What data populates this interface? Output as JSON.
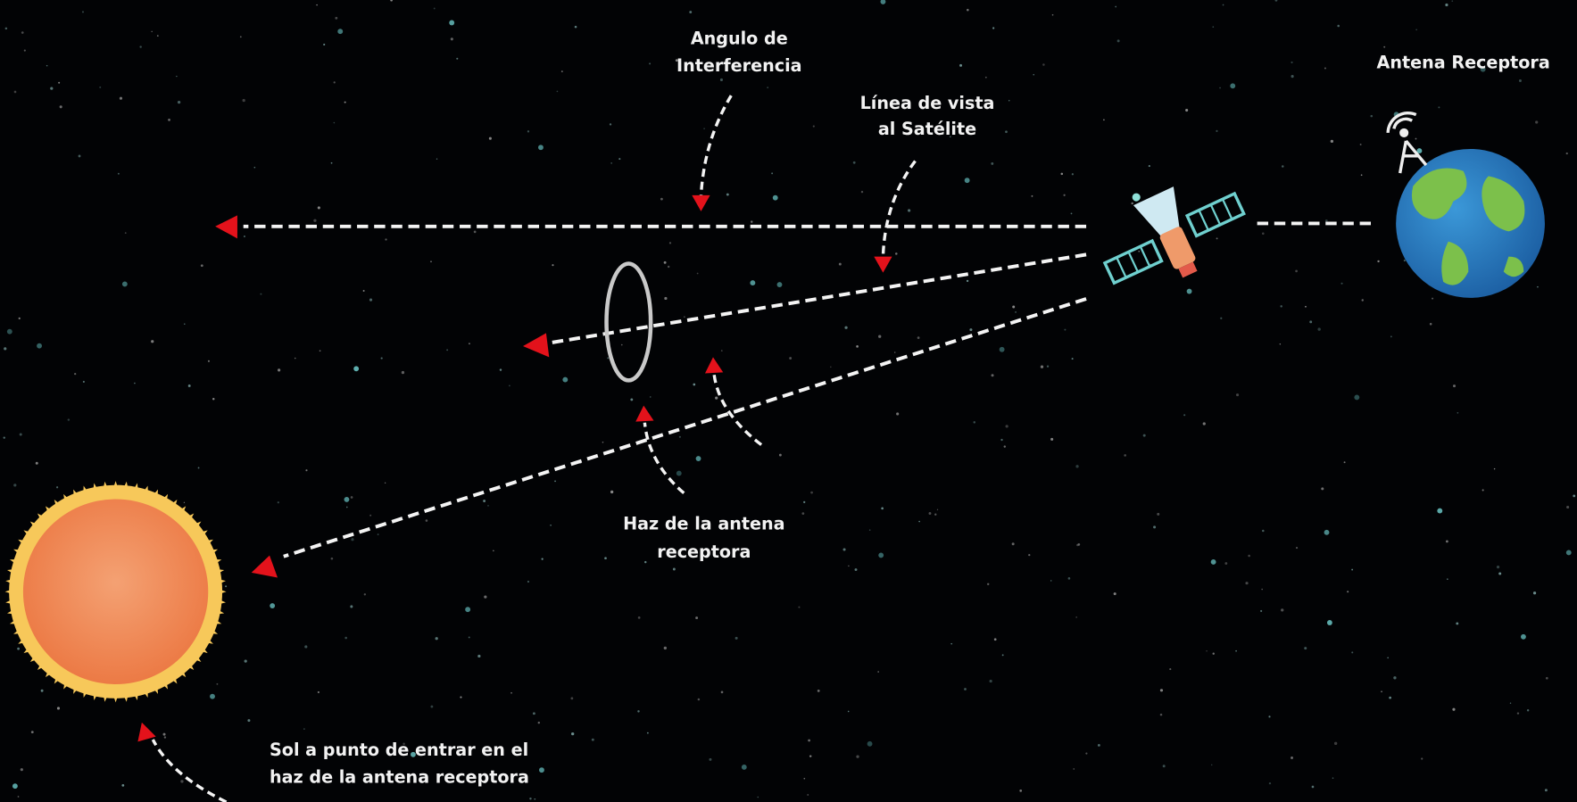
{
  "labels": {
    "interference_angle": [
      "Angulo de",
      "Interferencia"
    ],
    "line_of_sight": [
      "Línea de vista",
      "al Satélite"
    ],
    "receiving_antenna": "Antena Receptora",
    "antenna_beam": [
      "Haz de la antena",
      "receptora"
    ],
    "sun_entering": [
      "Sol a punto de entrar en el",
      "haz de la antena receptora"
    ]
  },
  "colors": {
    "background": "#020305",
    "arrow": "#e3121b",
    "sun_core": "#f08a52",
    "sun_corona": "#f7c85a",
    "earth_ocean": "#2a7fc6",
    "earth_land": "#7cc04b"
  }
}
